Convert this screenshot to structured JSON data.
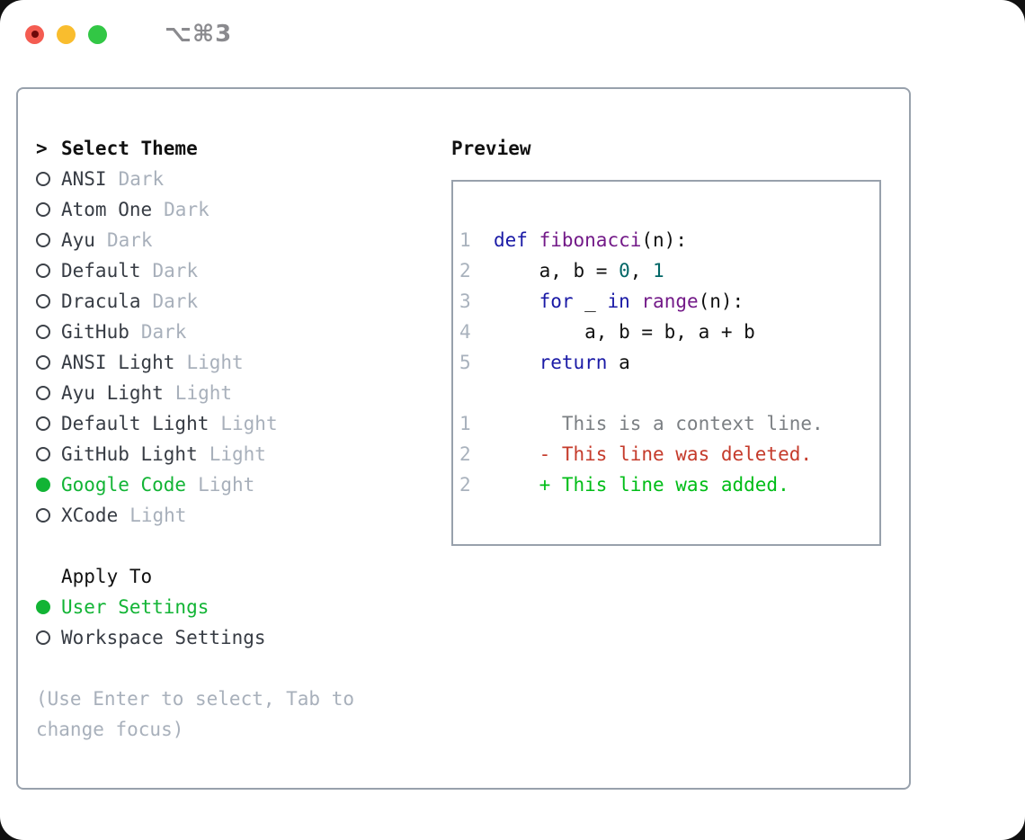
{
  "window": {
    "title": "⌥⌘3",
    "traffic_lights": [
      {
        "name": "close",
        "color": "#f45c51",
        "focused_dot": true
      },
      {
        "name": "minimize",
        "color": "#f9bd2e"
      },
      {
        "name": "zoom",
        "color": "#32c745"
      }
    ]
  },
  "theme_list": {
    "header_prefix": ">",
    "header": "Select Theme",
    "items": [
      {
        "name": "ANSI",
        "tag": "Dark",
        "selected": false
      },
      {
        "name": "Atom One",
        "tag": "Dark",
        "selected": false
      },
      {
        "name": "Ayu",
        "tag": "Dark",
        "selected": false
      },
      {
        "name": "Default",
        "tag": "Dark",
        "selected": false
      },
      {
        "name": "Dracula",
        "tag": "Dark",
        "selected": false
      },
      {
        "name": "GitHub",
        "tag": "Dark",
        "selected": false
      },
      {
        "name": "ANSI Light",
        "tag": "Light",
        "selected": false
      },
      {
        "name": "Ayu Light",
        "tag": "Light",
        "selected": false
      },
      {
        "name": "Default Light",
        "tag": "Light",
        "selected": false
      },
      {
        "name": "GitHub Light",
        "tag": "Light",
        "selected": false
      },
      {
        "name": "Google Code",
        "tag": "Light",
        "selected": true
      },
      {
        "name": "XCode",
        "tag": "Light",
        "selected": false
      }
    ]
  },
  "apply_to": {
    "header": "Apply To",
    "options": [
      {
        "name": "User Settings",
        "selected": true
      },
      {
        "name": "Workspace Settings",
        "selected": false
      }
    ]
  },
  "hint": "(Use Enter to select, Tab to change focus)",
  "preview": {
    "header": "Preview",
    "lines": [
      {
        "num": "1",
        "segs": [
          {
            "c": "kw",
            "t": "def"
          },
          {
            "c": "pln",
            "t": " "
          },
          {
            "c": "fn",
            "t": "fibonacci"
          },
          {
            "c": "pln",
            "t": "(n):"
          }
        ]
      },
      {
        "num": "2",
        "segs": [
          {
            "c": "pln",
            "t": "    a, b = "
          },
          {
            "c": "lit",
            "t": "0"
          },
          {
            "c": "pln",
            "t": ", "
          },
          {
            "c": "lit",
            "t": "1"
          }
        ]
      },
      {
        "num": "3",
        "segs": [
          {
            "c": "pln",
            "t": "    "
          },
          {
            "c": "kw",
            "t": "for"
          },
          {
            "c": "pln",
            "t": " _ "
          },
          {
            "c": "kw",
            "t": "in"
          },
          {
            "c": "pln",
            "t": " "
          },
          {
            "c": "fn",
            "t": "range"
          },
          {
            "c": "pln",
            "t": "(n):"
          }
        ]
      },
      {
        "num": "4",
        "segs": [
          {
            "c": "pln",
            "t": "        a, b = b, a + b"
          }
        ]
      },
      {
        "num": "5",
        "segs": [
          {
            "c": "pln",
            "t": "    "
          },
          {
            "c": "kw",
            "t": "return"
          },
          {
            "c": "pln",
            "t": " a"
          }
        ]
      },
      {
        "num": "",
        "segs": []
      },
      {
        "num": "1",
        "segs": [
          {
            "c": "ctx",
            "t": "      This is a context line."
          }
        ]
      },
      {
        "num": "2",
        "segs": [
          {
            "c": "del",
            "t": "    - This line was deleted."
          }
        ]
      },
      {
        "num": "2",
        "segs": [
          {
            "c": "add",
            "t": "    + This line was added."
          }
        ]
      }
    ]
  },
  "colors": {
    "accent_green": "#12b435",
    "keyword_blue": "#1a1aa6",
    "function_purple": "#731a88",
    "literal_teal": "#006666",
    "diff_red": "#c53b2b",
    "diff_green": "#00bd17",
    "muted_gray": "#a8b0bb",
    "panel_border": "#98a1ac",
    "line_number_gray": "#a9b2bd"
  }
}
